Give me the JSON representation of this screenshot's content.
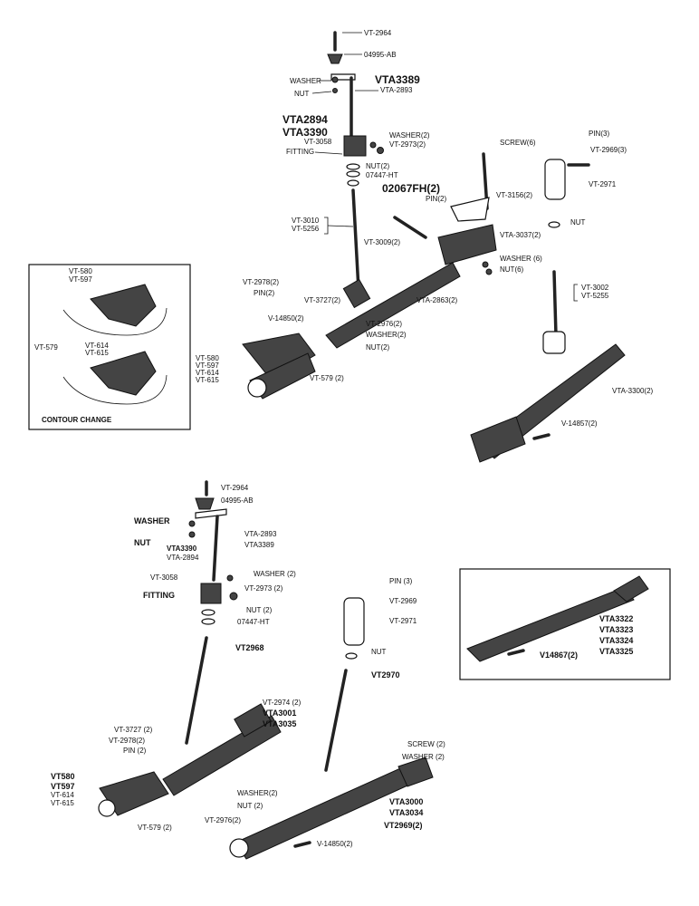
{
  "top": {
    "vt2964": "VT-2964",
    "p04995": "04995-AB",
    "washer": "WASHER",
    "nut": "NUT",
    "vta3389": "VTA3389",
    "vta2893": "VTA-2893",
    "vta2894": "VTA2894",
    "vta3390": "VTA3390",
    "vt3058": "VT-3058",
    "washer2": "WASHER(2)",
    "vt2973": "VT-2973(2)",
    "fitting": "FITTING",
    "nut2": "NUT(2)",
    "p07447": "07447-HT",
    "p02067": "02067FH(2)",
    "pin2": "PIN(2)",
    "vt3010": "VT-3010",
    "vt5256": "VT-5256",
    "vt3009": "VT-3009(2)",
    "screw6": "SCREW(6)",
    "vt3156": "VT-3156(2)",
    "vta3037": "VTA-3037(2)",
    "washer6": "WASHER (6)",
    "nut6": "NUT(6)",
    "pin3": "PIN(3)",
    "vt2969_3": "VT-2969(3)",
    "vt2971": "VT-2971",
    "nut_s": "NUT",
    "vt3002": "VT-3002",
    "vt5255": "VT-5255",
    "vt2978": "VT-2978(2)",
    "pin2b": "PIN(2)",
    "vt3727": "VT-3727(2)",
    "v14850": "V-14850(2)",
    "vta2863": "VTA-2863(2)",
    "vt2976": "VT-2976(2)",
    "washer2b": "WASHER(2)",
    "nut2b": "NUT(2)",
    "vt580": "VT-580",
    "vt597": "VT-597",
    "vt614": "VT-614",
    "vt615": "VT-615",
    "vt579": "VT-579 (2)",
    "vta3300": "VTA-3300(2)",
    "v14857": "V-14857(2)"
  },
  "inset_left": {
    "vt580": "VT-580",
    "vt597": "VT-597",
    "vt579": "VT-579",
    "vt614": "VT-614",
    "vt615": "VT-615",
    "contour": "CONTOUR CHANGE"
  },
  "inset_right": {
    "vta3322": "VTA3322",
    "vta3323": "VTA3323",
    "vta3324": "VTA3324",
    "vta3325": "VTA3325",
    "v14867": "V14867(2)"
  },
  "bottom": {
    "vt2964": "VT-2964",
    "p04995": "04995-AB",
    "washer": "WASHER",
    "nut": "NUT",
    "vta2893": "VTA-2893",
    "vta3389": "VTA3389",
    "vta3390": "VTA3390",
    "vta2894": "VTA-2894",
    "vt3058": "VT-3058",
    "washer2": "WASHER (2)",
    "fitting": "FITTING",
    "vt2973": "VT-2973 (2)",
    "nut2": "NUT (2)",
    "p07447": "07447-HT",
    "vt2968": "VT2968",
    "pin3": "PIN (3)",
    "vt2969": "VT-2969",
    "vt2971": "VT-2971",
    "nut_s": "NUT",
    "vt2970": "VT2970",
    "vt2974": "VT-2974 (2)",
    "vta3001": "VTA3001",
    "vta3035": "VTA3035",
    "vt3727": "VT-3727 (2)",
    "vt2978": "VT-2978(2)",
    "pin2": "PIN (2)",
    "vt580": "VT580",
    "vt597": "VT597",
    "vt614": "VT-614",
    "vt615": "VT-615",
    "vt579": "VT-579 (2)",
    "vt2976": "VT-2976(2)",
    "washer2b": "WASHER(2)",
    "nut2b": "NUT (2)",
    "screw2": "SCREW (2)",
    "washer2c": "WASHER (2)",
    "vta3000": "VTA3000",
    "vta3034": "VTA3034",
    "vt2969_2": "VT2969(2)",
    "v14850": "V-14850(2)"
  }
}
